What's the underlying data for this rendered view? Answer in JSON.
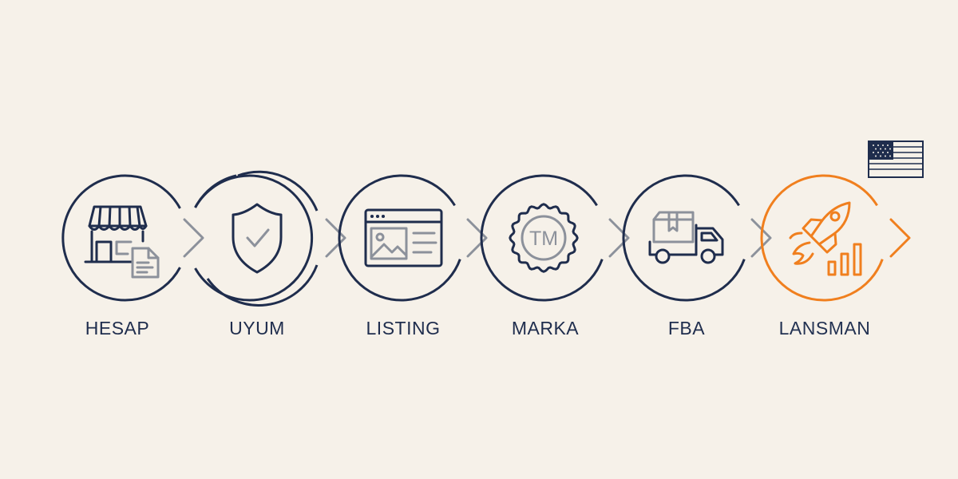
{
  "steps": [
    {
      "label": "HESAP",
      "icon": "storefront-document-icon"
    },
    {
      "label": "UYUM",
      "icon": "shield-check-icon"
    },
    {
      "label": "LISTING",
      "icon": "browser-image-listing-icon"
    },
    {
      "label": "MARKA",
      "icon": "trademark-seal-icon"
    },
    {
      "label": "FBA",
      "icon": "delivery-truck-icon"
    },
    {
      "label": "LANSMAN",
      "icon": "rocket-growth-icon"
    }
  ],
  "badge": {
    "icon": "us-flag-icon"
  },
  "colors": {
    "background": "#f6f1e9",
    "navy": "#1f2d4d",
    "gray": "#8c919b",
    "accent": "#f07f1e"
  }
}
